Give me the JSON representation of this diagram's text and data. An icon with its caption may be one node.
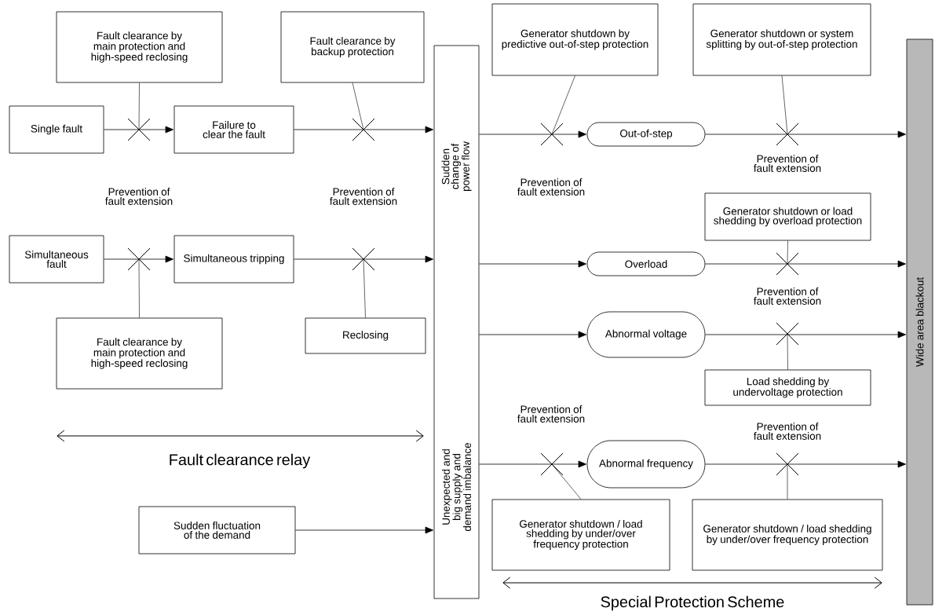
{
  "diagram": {
    "nodes": [
      {
        "text": [
          "Fault clearance by main protection and high-speed reclosing"
        ]
      },
      {
        "text": [
          "Fault clearance by backup protection"
        ]
      },
      {
        "text": [
          "Single fault"
        ]
      },
      {
        "text": [
          "Failure to clear the fault"
        ]
      },
      {
        "text": [
          "Sudden change of power flow",
          "Unexpected and big supply and demand imbalance"
        ]
      },
      {
        "text": [
          "Simultaneous fault"
        ]
      },
      {
        "text": [
          "Simultaneous tripping"
        ]
      },
      {
        "text": [
          "Fault clearance by main protection and high-speed reclosing"
        ]
      },
      {
        "text": [
          "Reclosing"
        ]
      },
      {
        "text": [
          "Sudden fluctuation of the demand"
        ]
      },
      {
        "text": [
          "Generator shutdown by predictive out-of-step protection"
        ]
      },
      {
        "text": [
          "Generator shutdown or system splitting by out-of-step protection"
        ]
      },
      {
        "text": [
          "Out-of-step"
        ]
      },
      {
        "text": [
          "Generator shutdown or load shedding by overload protection"
        ]
      },
      {
        "text": [
          "Overload"
        ]
      },
      {
        "text": [
          "Abnormal voltage"
        ]
      },
      {
        "text": [
          "Load shedding by undervoltage protection"
        ]
      },
      {
        "text": [
          "Abnormal frequency"
        ]
      },
      {
        "text": [
          "Generator shutdown / load shedding by under/over frequency protection"
        ]
      },
      {
        "text": [
          "Generator shutdown / load shedding by under/over frequency protection"
        ]
      },
      {
        "text": [
          "Wide area blackout"
        ]
      }
    ],
    "edges": [
      {
        "from": 2,
        "to": 3,
        "arrow": "to"
      },
      {
        "from": 3,
        "to": 4,
        "arrow": "to"
      },
      {
        "from": 5,
        "to": 6,
        "arrow": "to"
      },
      {
        "from": 6,
        "to": 4,
        "arrow": "to"
      },
      {
        "from": 9,
        "to": 4,
        "arrow": "to"
      },
      {
        "from": 4,
        "to": 12,
        "arrow": "to"
      },
      {
        "from": 12,
        "to": 20,
        "arrow": "to"
      },
      {
        "from": 4,
        "to": 14,
        "arrow": "to"
      },
      {
        "from": 14,
        "to": 20,
        "arrow": "to"
      },
      {
        "from": 4,
        "to": 15,
        "arrow": "to"
      },
      {
        "from": 15,
        "to": 20,
        "arrow": "to"
      },
      {
        "from": 4,
        "to": 17,
        "arrow": "to"
      },
      {
        "from": 17,
        "to": 20,
        "arrow": "to"
      },
      {
        "from": 0,
        "to": null,
        "arrow": "none"
      },
      {
        "from": 1,
        "to": null,
        "arrow": "none"
      },
      {
        "from": 7,
        "to": null,
        "arrow": "none"
      },
      {
        "from": 8,
        "to": null,
        "arrow": "none"
      },
      {
        "from": 10,
        "to": null,
        "arrow": "none"
      },
      {
        "from": 11,
        "to": null,
        "arrow": "none"
      },
      {
        "from": 13,
        "to": null,
        "arrow": "none"
      },
      {
        "from": 16,
        "to": null,
        "arrow": "none"
      },
      {
        "from": 18,
        "to": null,
        "arrow": "none"
      },
      {
        "from": 19,
        "to": null,
        "arrow": "none"
      }
    ],
    "labels": [
      "Prevention of fault extension",
      "Prevention of fault extension",
      "Prevention of fault extension",
      "Prevention of fault extension",
      "Prevention of fault extension",
      "Prevention of fault extension",
      "Prevention of fault extension",
      "Fault clearance relay",
      "Special Protection Scheme"
    ]
  }
}
